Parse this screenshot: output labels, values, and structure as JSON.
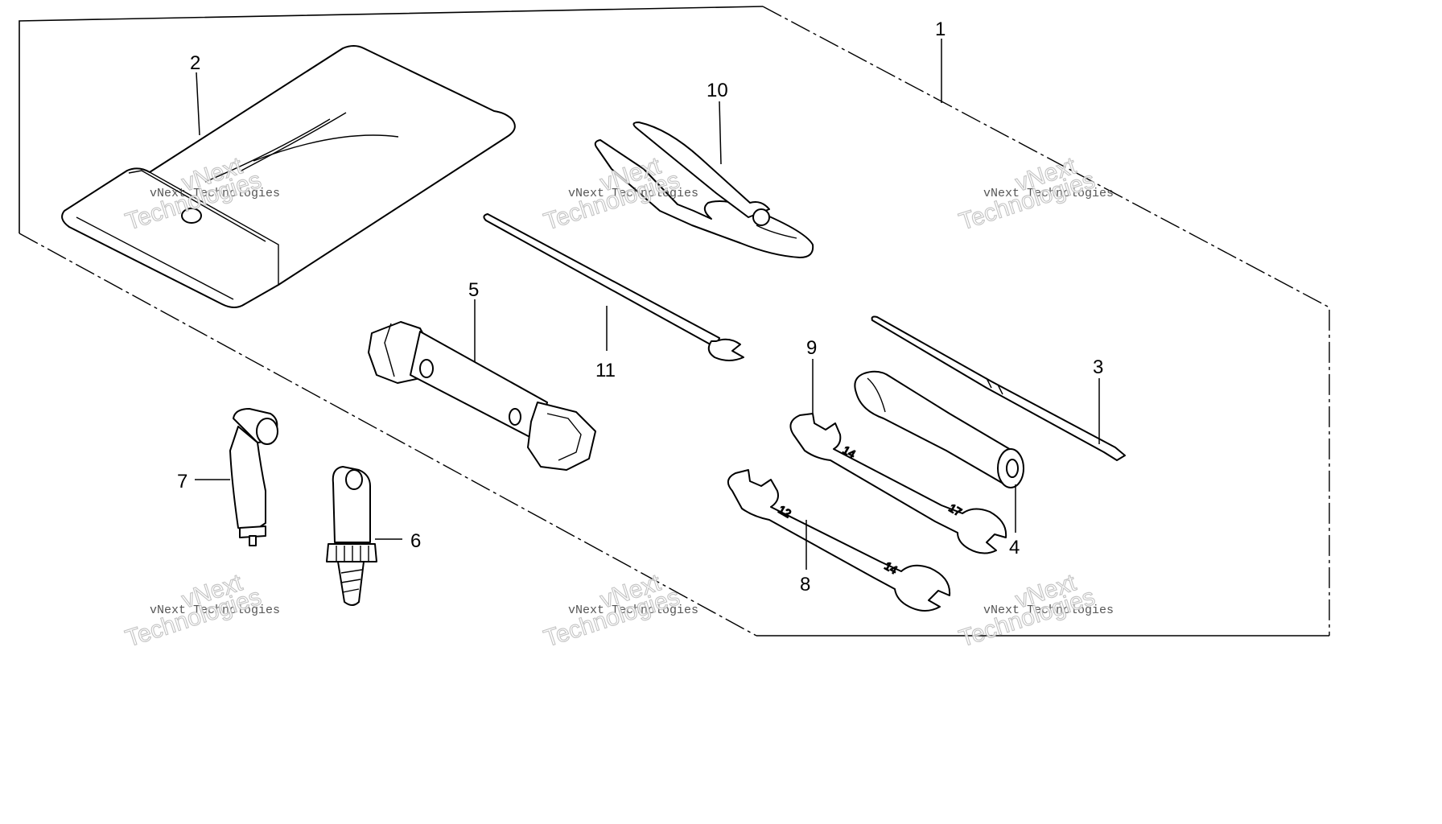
{
  "diagram": {
    "callouts": [
      {
        "id": "1",
        "label": "1"
      },
      {
        "id": "2",
        "label": "2"
      },
      {
        "id": "3",
        "label": "3"
      },
      {
        "id": "4",
        "label": "4"
      },
      {
        "id": "5",
        "label": "5"
      },
      {
        "id": "6",
        "label": "6"
      },
      {
        "id": "7",
        "label": "7"
      },
      {
        "id": "8",
        "label": "8"
      },
      {
        "id": "9",
        "label": "9"
      },
      {
        "id": "10",
        "label": "10"
      },
      {
        "id": "11",
        "label": "11"
      }
    ],
    "watermark": {
      "line_small": "vNext Technologies",
      "big_word_1": "vNext",
      "big_word_2": "Technologies"
    },
    "wrench_markings": {
      "wrench_8_a": "12",
      "wrench_8_b": "14",
      "wrench_9_a": "14",
      "wrench_9_b": "17"
    }
  }
}
